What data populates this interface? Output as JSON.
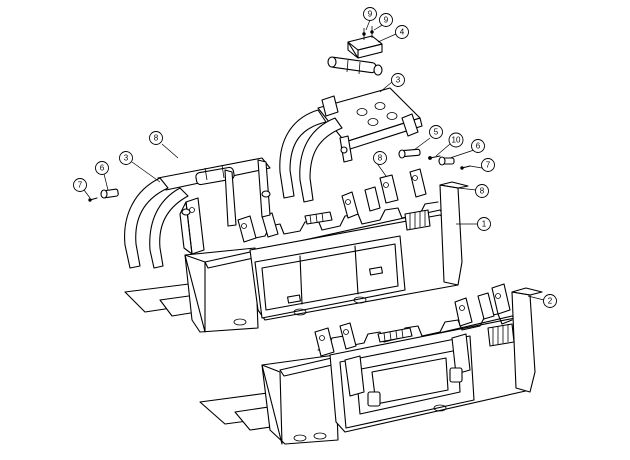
{
  "callouts": [
    {
      "id": "c9a",
      "label": "9"
    },
    {
      "id": "c9b",
      "label": "9"
    },
    {
      "id": "c4",
      "label": "4"
    },
    {
      "id": "c3r",
      "label": "3"
    },
    {
      "id": "c8l",
      "label": "8"
    },
    {
      "id": "c3l",
      "label": "3"
    },
    {
      "id": "c6l",
      "label": "6"
    },
    {
      "id": "c7l",
      "label": "7"
    },
    {
      "id": "c5",
      "label": "5"
    },
    {
      "id": "c10",
      "label": "10"
    },
    {
      "id": "c6r",
      "label": "6"
    },
    {
      "id": "c7r",
      "label": "7"
    },
    {
      "id": "c8m",
      "label": "8"
    },
    {
      "id": "c8r",
      "label": "8"
    },
    {
      "id": "c1",
      "label": "1"
    },
    {
      "id": "c2",
      "label": "2"
    }
  ]
}
